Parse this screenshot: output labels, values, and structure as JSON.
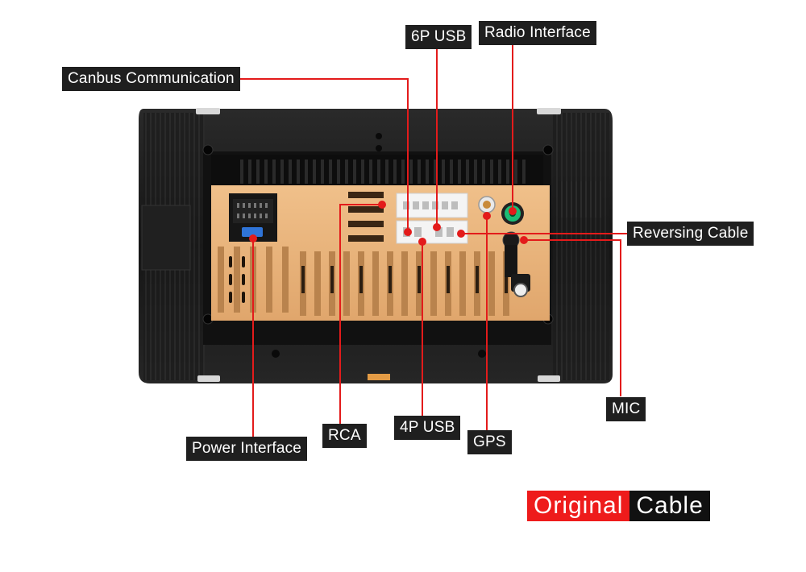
{
  "labels": {
    "six_p_usb": "6P USB",
    "radio_interface": "Radio Interface",
    "canbus_communication": "Canbus Communication",
    "reversing_cable": "Reversing Cable",
    "mic": "MIC",
    "power_interface": "Power Interface",
    "rca": "RCA",
    "four_p_usb": "4P USB",
    "gps": "GPS"
  },
  "banner": {
    "word1": "Original",
    "word2": "Cable"
  },
  "colors": {
    "leader_line": "#e31b1b",
    "label_bg": "#1f1f1f",
    "board": "#e8b37c",
    "housing": "#1c1c1c",
    "banner_accent": "#ee1b1b"
  }
}
